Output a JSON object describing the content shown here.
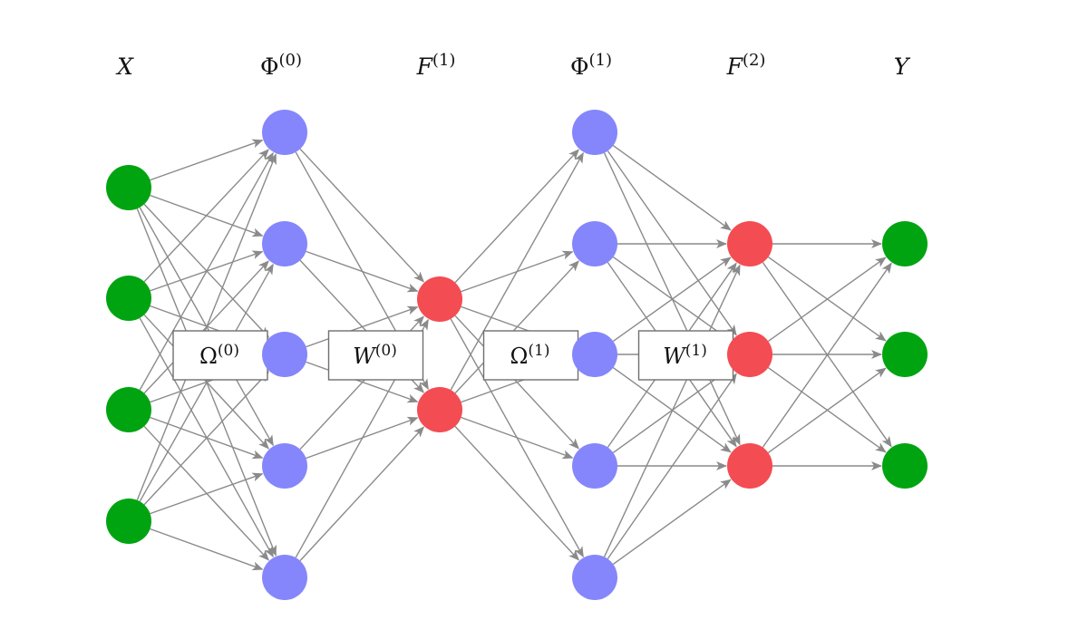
{
  "layers": [
    {
      "id": "X",
      "label": "X",
      "sup": "",
      "color": "#00a411",
      "count": 4
    },
    {
      "id": "Phi0",
      "label": "Φ",
      "sup": "(0)",
      "color": "#8586fb",
      "count": 5
    },
    {
      "id": "F1",
      "label": "F",
      "sup": "(1)",
      "color": "#f34c52",
      "count": 2
    },
    {
      "id": "Phi1",
      "label": "Φ",
      "sup": "(1)",
      "color": "#8586fb",
      "count": 5
    },
    {
      "id": "F2",
      "label": "F",
      "sup": "(2)",
      "color": "#f34c52",
      "count": 3
    },
    {
      "id": "Y",
      "label": "Y",
      "sup": "",
      "color": "#00a411",
      "count": 3
    }
  ],
  "operators": [
    {
      "id": "Omega0",
      "label": "Ω",
      "sup": "(0)",
      "italic": false,
      "between": [
        "X",
        "Phi0"
      ]
    },
    {
      "id": "W0",
      "label": "W",
      "sup": "(0)",
      "italic": true,
      "between": [
        "Phi0",
        "F1"
      ]
    },
    {
      "id": "Omega1",
      "label": "Ω",
      "sup": "(1)",
      "italic": false,
      "between": [
        "F1",
        "Phi1"
      ]
    },
    {
      "id": "W1",
      "label": "W",
      "sup": "(1)",
      "italic": true,
      "between": [
        "Phi1",
        "F2"
      ]
    }
  ],
  "edge_color": "#8a8a8a",
  "connectivity": "fully-connected"
}
